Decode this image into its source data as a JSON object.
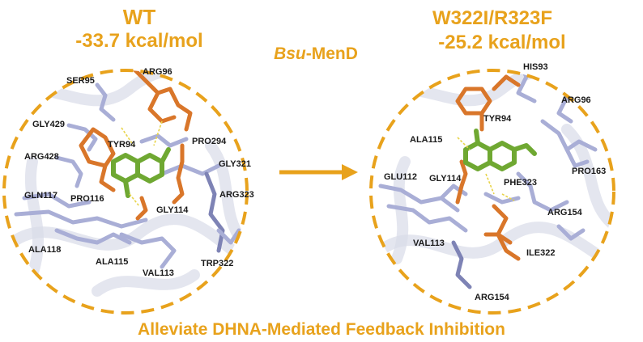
{
  "colors": {
    "accent": "#E8A21C",
    "protein": "#A9AED6",
    "ligand": "#6FA832",
    "key_residue": "#D9762A"
  },
  "left_panel": {
    "title": "WT",
    "energy": "-33.7 kcal/mol",
    "residues": [
      "SER95",
      "ARG96",
      "GLY429",
      "ARG428",
      "TYR94",
      "PRO294",
      "GLY321",
      "GLN117",
      "PRO116",
      "ARG323",
      "GLY114",
      "ALA118",
      "ALA115",
      "TRP322",
      "VAL113"
    ]
  },
  "right_panel": {
    "title": "W322I/R323F",
    "energy": "-25.2 kcal/mol",
    "residues": [
      "HIS93",
      "ARG96",
      "ALA115",
      "TYR94",
      "GLU112",
      "GLY114",
      "PHE323",
      "PRO163",
      "ARG154",
      "VAL113",
      "ILE322",
      "ARG154"
    ]
  },
  "center": {
    "label_italic": "Bsu",
    "label_rest": "-MenD",
    "arrow": "right-arrow"
  },
  "footer": "Alleviate DHNA-Mediated Feedback Inhibition"
}
